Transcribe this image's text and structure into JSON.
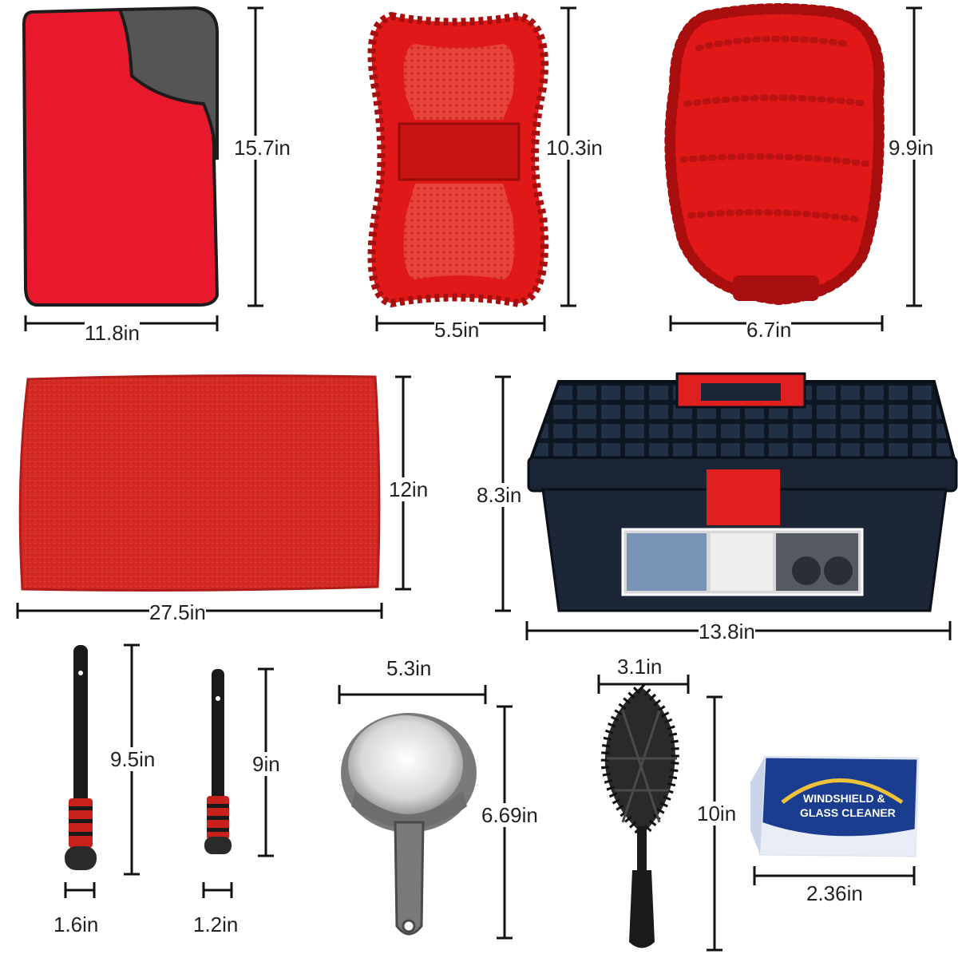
{
  "colors": {
    "towel_red": "#e8192c",
    "towel_gray": "#555555",
    "chenille_red": "#e01818",
    "box_navy": "#1c2636",
    "box_red": "#e02020",
    "brush_black": "#1a1a1a",
    "bristle_red": "#c8201a",
    "tire_brush_gray": "#7a7a7a",
    "packet_blue": "#1a3d8f",
    "dimension_line": "#111111"
  },
  "items": {
    "drying_towel": {
      "width_label": "11.8in",
      "height_label": "15.7in"
    },
    "chenille_sponge": {
      "width_label": "5.5in",
      "height_label": "10.3in"
    },
    "wash_mitt": {
      "width_label": "6.7in",
      "height_label": "9.9in"
    },
    "microfiber_towel": {
      "width_label": "27.5in",
      "height_label": "12in"
    },
    "storage_box": {
      "width_label": "13.8in",
      "height_label": "8.3in"
    },
    "detail_brush_large": {
      "width_label": "1.6in",
      "height_label": "9.5in"
    },
    "detail_brush_small": {
      "width_label": "1.2in",
      "height_label": "9in"
    },
    "tire_brush": {
      "width_label": "5.3in",
      "height_label": "6.69in"
    },
    "wheel_brush": {
      "width_label": "3.1in",
      "height_label": "10in"
    },
    "glass_cleaner_tablets": {
      "width_label": "2.36in",
      "packet_text_line1": "WINDSHIELD &",
      "packet_text_line2": "GLASS CLEANER"
    }
  }
}
